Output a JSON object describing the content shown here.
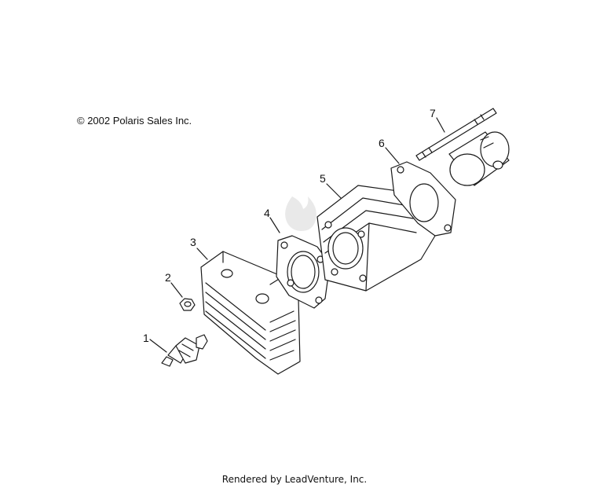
{
  "copyright": "© 2002 Polaris Sales Inc.",
  "footer": "Rendered by LeadVenture, Inc.",
  "callouts": {
    "spark_plug": "1",
    "nut": "2",
    "cylinder_head": "3",
    "head_gasket": "4",
    "cylinder": "5",
    "base_gasket": "6",
    "stud": "7"
  }
}
